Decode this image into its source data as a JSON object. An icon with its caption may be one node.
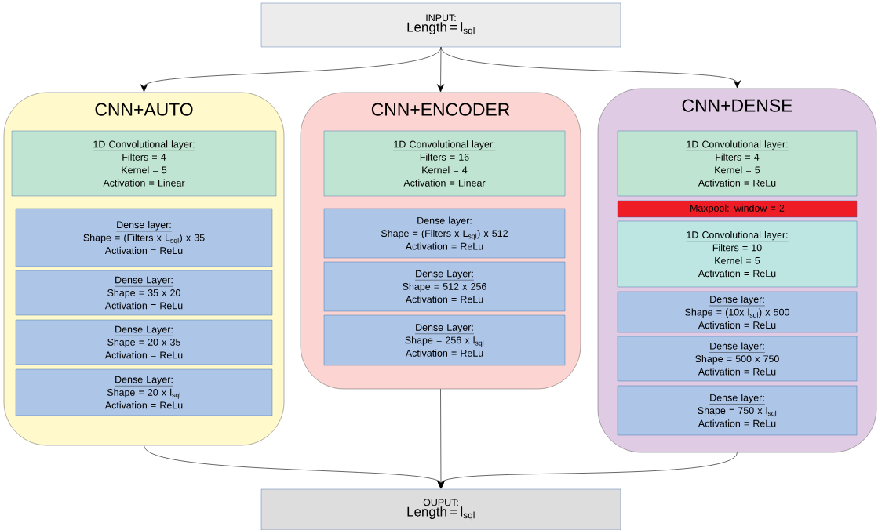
{
  "diagram": {
    "nodes": [
      {
        "text": [
          "INPUT:",
          "Length = l$_{sql}$"
        ]
      },
      {
        "text": [
          "CNN+AUTO"
        ]
      },
      {
        "text": [
          "1D Convolutional layer:",
          "Filters = 4",
          "Kernel = 5",
          "Activation = Linear"
        ],
        "in": 1
      },
      {
        "text": [
          "Dense layer:",
          "Shape = (Filters x L$_{sql}$) x 35",
          "Activation = ReLu"
        ],
        "in": 1
      },
      {
        "text": [
          "Dense Layer:",
          "Shape = 35 x 20",
          "Activation = ReLu"
        ],
        "in": 1
      },
      {
        "text": [
          "Dense Layer:",
          "Shape = 20 x 35",
          "Activation = ReLu"
        ],
        "in": 1
      },
      {
        "text": [
          "Dense Layer:",
          "Shape = 20 x l$_{sql}$",
          "Activation = ReLu"
        ],
        "in": 1
      },
      {
        "text": [
          "CNN+ENCODER"
        ]
      },
      {
        "text": [
          "1D Convolutional layer:",
          "Filters = 16",
          "Kernel = 4",
          "Activation = Linear"
        ],
        "in": 7
      },
      {
        "text": [
          "Dense layer:",
          "Shape = (Filters x L$_{sql}$) x 512",
          "Activation = ReLu"
        ],
        "in": 7
      },
      {
        "text": [
          "Dense Layer:",
          "Shape = 512 x 256",
          "Activation = ReLu"
        ],
        "in": 7
      },
      {
        "text": [
          "Dense Layer:",
          "Shape = 256 x l$_{sql}$",
          "Activation = ReLu"
        ],
        "in": 7
      },
      {
        "text": [
          "CNN+DENSE"
        ]
      },
      {
        "text": [
          "1D Convolutional layer:",
          "Filters = 4",
          "Kernel = 5",
          "Activation = ReLu"
        ],
        "in": 12
      },
      {
        "text": [
          "Maxpool: window = 2"
        ],
        "in": 12
      },
      {
        "text": [
          "1D Convolutional layer:",
          "Filters = 10",
          "Kernel = 5",
          "Activation = ReLu"
        ],
        "in": 12
      },
      {
        "text": [
          "Dense layer:",
          "Shape = (10x l$_{sql}$) x 500",
          "Activation = ReLu"
        ],
        "in": 12
      },
      {
        "text": [
          "Dense layer:",
          "Shape = 500 x 750",
          "Activation = ReLu"
        ],
        "in": 12
      },
      {
        "text": [
          "Dense layer:",
          "Shape = 750 x l$_{sql}$",
          "Activation = ReLu"
        ],
        "in": 12
      },
      {
        "text": [
          "OUPUT:",
          "Length = l$_{sql}$"
        ]
      }
    ],
    "edges": [
      {
        "from": 0,
        "to": 1,
        "arrow": "to"
      },
      {
        "from": 0,
        "to": 7,
        "arrow": "to"
      },
      {
        "from": 0,
        "to": 12,
        "arrow": "to"
      },
      {
        "from": 1,
        "to": 19,
        "arrow": "to"
      },
      {
        "from": 7,
        "to": 19,
        "arrow": "to"
      },
      {
        "from": 12,
        "to": 19,
        "arrow": "to"
      }
    ]
  }
}
